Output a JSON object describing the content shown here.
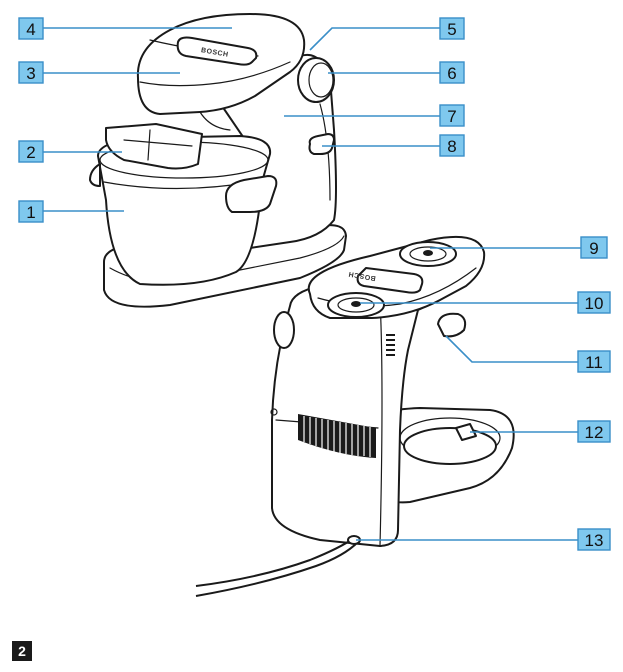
{
  "figure_number": "2",
  "brand_label_top": "BOSCH",
  "brand_label_bottom": "BOSCH",
  "accent_color": "#3a8fc8",
  "callout_colors": {
    "box_fill": "#7fc8ee",
    "box_stroke": "#3a8fc8",
    "line": "#3a8fc8"
  },
  "callouts": [
    {
      "id": "1",
      "label": "1"
    },
    {
      "id": "2",
      "label": "2"
    },
    {
      "id": "3",
      "label": "3"
    },
    {
      "id": "4",
      "label": "4"
    },
    {
      "id": "5",
      "label": "5"
    },
    {
      "id": "6",
      "label": "6"
    },
    {
      "id": "7",
      "label": "7"
    },
    {
      "id": "8",
      "label": "8"
    },
    {
      "id": "9",
      "label": "9"
    },
    {
      "id": "10",
      "label": "10"
    },
    {
      "id": "11",
      "label": "11"
    },
    {
      "id": "12",
      "label": "12"
    },
    {
      "id": "13",
      "label": "13"
    }
  ]
}
